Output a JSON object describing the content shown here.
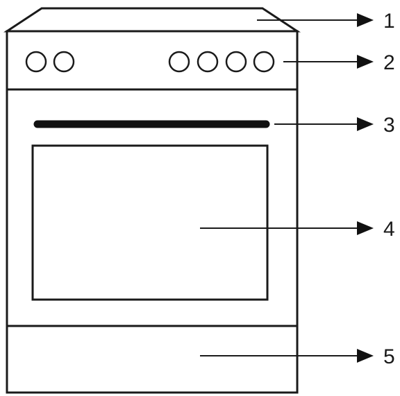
{
  "callouts": [
    {
      "label": "1",
      "part": "hob-top"
    },
    {
      "label": "2",
      "part": "control-panel"
    },
    {
      "label": "3",
      "part": "door-handle"
    },
    {
      "label": "4",
      "part": "oven-door-window"
    },
    {
      "label": "5",
      "part": "storage-drawer"
    }
  ],
  "control_panel": {
    "left_knob_count": 2,
    "right_knob_count": 4
  },
  "colors": {
    "line": "#1a1a1a",
    "background": "#ffffff"
  }
}
